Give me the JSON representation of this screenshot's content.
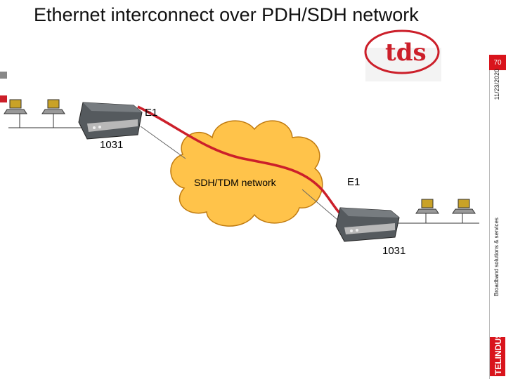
{
  "slide": {
    "title": "Ethernet interconnect over PDH/SDH network",
    "page_number": "70",
    "date": "11/23/2020",
    "tagline": "Broadband solutions & services",
    "brand": "TELINDUS",
    "logo_text": "tds"
  },
  "diagram": {
    "link_label_top": "E1",
    "link_label_bottom": "E1",
    "device_label_top": "1031",
    "device_label_bottom": "1031",
    "network_label": "SDH/TDM network"
  },
  "colors": {
    "accent_red": "#cc1f2a",
    "cloud_fill": "#ffc34a",
    "sidebar_red": "#d9141c"
  },
  "icons": [
    "laptop-icon",
    "router-icon",
    "cloud-icon"
  ]
}
